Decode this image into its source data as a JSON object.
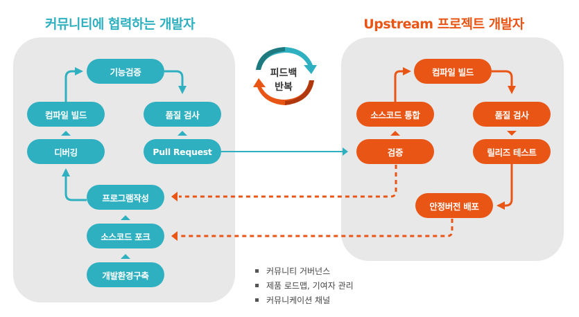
{
  "colors": {
    "teal": "#2fb0c0",
    "orange": "#e95514",
    "panel": "#e8e8e8"
  },
  "left": {
    "title": "커뮤니티에 협력하는 개발자",
    "nodes": {
      "verify_function": "기능검증",
      "compile_build": "컴파일 빌드",
      "quality_check": "품질 검사",
      "debugging": "디버깅",
      "pull_request": "Pull Request",
      "programming": "프로그램작성",
      "source_fork": "소스코드 포크",
      "env_setup": "개발환경구축"
    }
  },
  "right": {
    "title": "Upstream 프로젝트 개발자",
    "nodes": {
      "compile_build": "컴파일 빌드",
      "source_integration": "소스코드 통합",
      "quality_check": "품질 검사",
      "verification": "검증",
      "release_test": "릴리즈 테스트",
      "stable_release": "안정버전 배포"
    }
  },
  "feedback_cycle": {
    "line1": "피드백",
    "line2": "반복"
  },
  "notes": [
    "커뮤니티 거버넌스",
    "제품 로드맵, 기여자 관리",
    "커뮤니케이션 채널"
  ]
}
